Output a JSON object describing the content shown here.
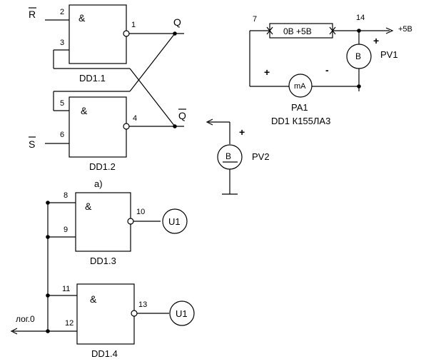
{
  "gates": {
    "dd11": {
      "amp": "&",
      "label": "DD1.1",
      "pin_in_top": "2",
      "pin_in_bot": "3",
      "pin_out": "1"
    },
    "dd12": {
      "amp": "&",
      "label": "DD1.2",
      "pin_in_top": "5",
      "pin_in_bot": "6",
      "pin_out": "4"
    },
    "dd13": {
      "amp": "&",
      "label": "DD1.3",
      "pin_in_top": "8",
      "pin_in_bot": "9",
      "pin_out": "10"
    },
    "dd14": {
      "amp": "&",
      "label": "DD1.4",
      "pin_in_top": "11",
      "pin_in_bot": "12",
      "pin_out": "13"
    }
  },
  "signals": {
    "r": "R",
    "s": "S",
    "q": "Q",
    "qbar": "Q"
  },
  "caption_a": "а)",
  "voltmeter_u1a": "U1",
  "voltmeter_u1b": "U1",
  "logic_zero": "лог.0",
  "power": {
    "pin7": "7",
    "pin14": "14",
    "resistor_label": "0В +5В",
    "supply": "+5В",
    "meter_b": "В",
    "pv1": "PV1",
    "meter_ma": "mA",
    "plus": "+",
    "minus": "-",
    "pa1": "PA1",
    "chip": "DD1  К155ЛА3"
  },
  "pv2": {
    "meter": "В",
    "label": "PV2",
    "plus": "+"
  }
}
